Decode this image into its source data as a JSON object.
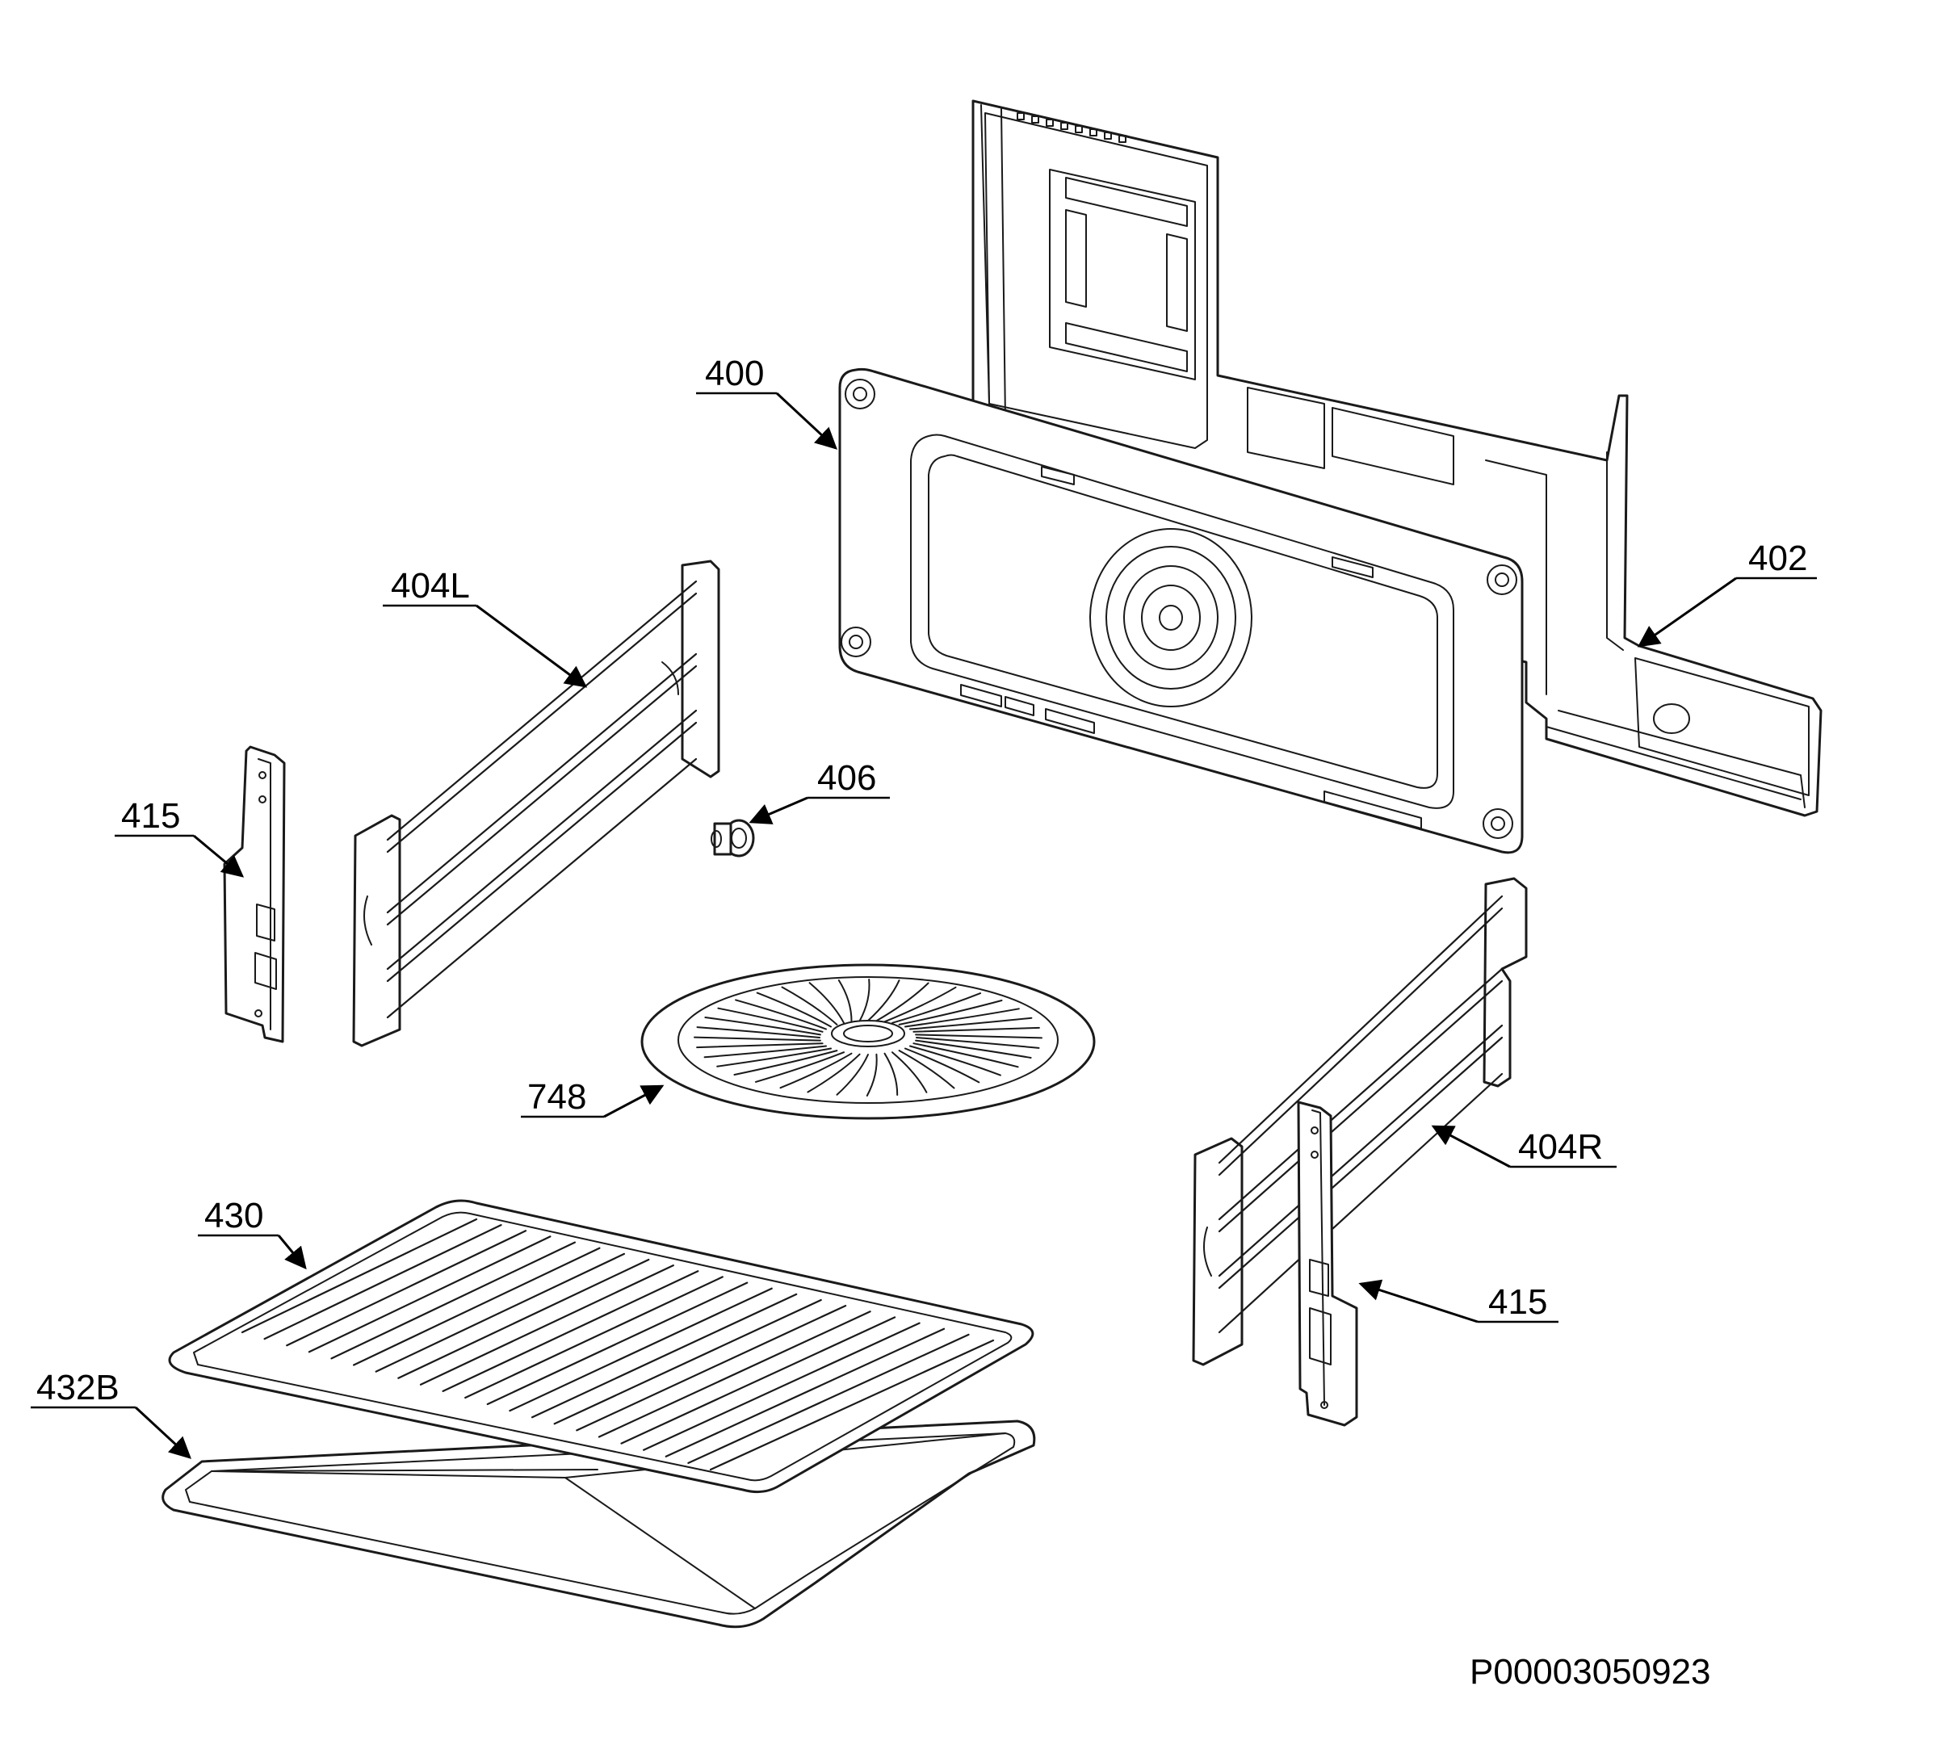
{
  "callouts": {
    "c400": "400",
    "c402": "402",
    "c404L": "404L",
    "c406": "406",
    "c415_left": "415",
    "c748": "748",
    "c404R": "404R",
    "c430": "430",
    "c415_right": "415",
    "c432B": "432B"
  },
  "document_code": "P00003050923",
  "colors": {
    "line": "#1a1a1a",
    "background": "#ffffff"
  }
}
